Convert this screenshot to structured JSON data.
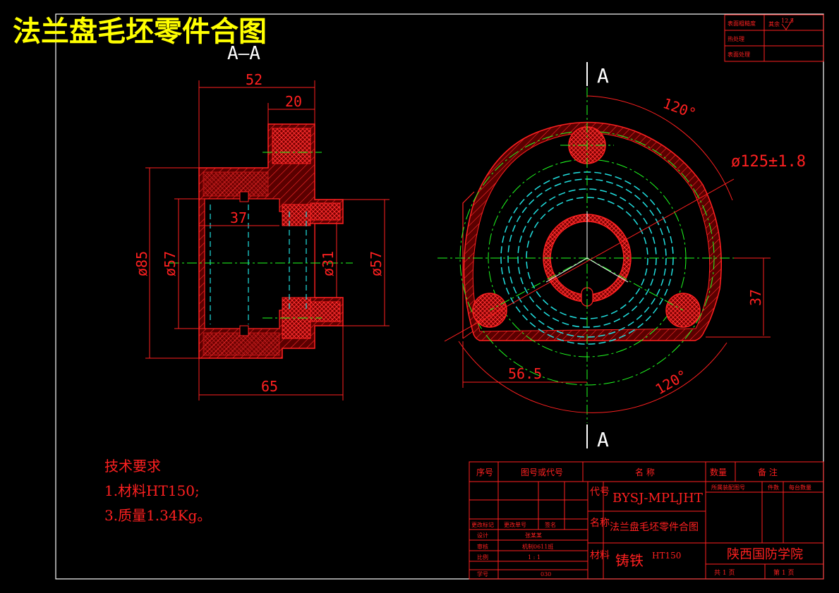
{
  "title": "法兰盘毛坯零件合图",
  "section_top_label": "A—A",
  "section_mark": "A",
  "dimensions": {
    "width_52": "52",
    "width_20": "20",
    "width_37": "37",
    "dia_85": "ø85",
    "dia_57_left": "ø57",
    "dia_31": "ø31",
    "dia_57_right": "ø57",
    "length_65": "65",
    "angle_top": "120°",
    "dia_125": "ø125±1.8",
    "height_37": "37",
    "width_56_5": "56.5",
    "angle_bottom": "120°"
  },
  "roughness_box": {
    "row1_label": "表面粗糙度",
    "row1_value": "其余",
    "row1_ra": "12.5",
    "row2_label": "热处理",
    "row3_label": "表面处理"
  },
  "tech_requirements": {
    "heading": "技术要求",
    "item1": "1.材料HT150;",
    "item2": "3.质量1.34Kg。"
  },
  "title_block": {
    "col_seq": "序号",
    "col_drawing_no": "图号或代号",
    "col_name": "名    称",
    "col_qty": "数量",
    "col_remark": "备  注",
    "code_label": "代号",
    "code_value": "BYSJ-MPLJHT",
    "name_label": "名称",
    "name_value": "法兰盘毛坯零件合图",
    "material_label": "材料",
    "material_value": "铸铁",
    "material_grade": "HT150",
    "school": "陕西国防学院",
    "small_header1": "所属装配图号",
    "small_header2": "件数",
    "small_header3": "每台数量",
    "row_design_label": "设计",
    "row_design_value": "张某某",
    "row_check_label": "审核",
    "row_check_value": "机制0611班",
    "row_scale_label": "比例",
    "row_scale_value": "1 : 1",
    "row_no_label": "学号",
    "row_no_value": "030",
    "row_mark_label": "更改标记",
    "row_mark_doc": "更改单号",
    "row_mark_sign": "签名",
    "sheets_total": "共  1  页",
    "sheets_current": "第  1  页"
  }
}
